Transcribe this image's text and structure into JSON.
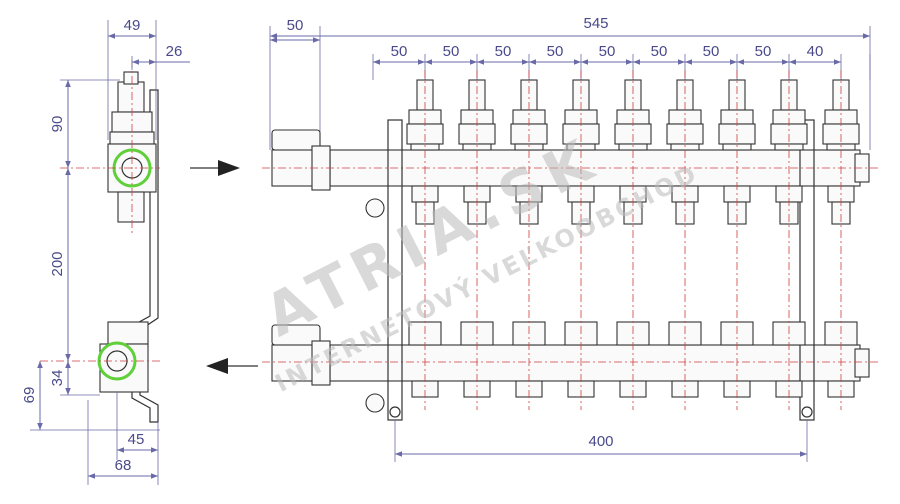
{
  "diagram": {
    "side_view": {
      "top_width": "49",
      "top_offset": "26",
      "v_upper": "90",
      "v_middle": "200",
      "v_lower_inner": "34",
      "v_lower_outer": "69",
      "bottom_inner": "45",
      "bottom_outer": "68"
    },
    "front_view": {
      "overall_width": "545",
      "left_offset": "50",
      "outlet_pitch": [
        "50",
        "50",
        "50",
        "50",
        "50",
        "50",
        "50",
        "50"
      ],
      "end_offset": "40",
      "bracket_spacing": "400",
      "outlet_count": 9
    },
    "flow": {
      "supply_arrow": "right",
      "return_arrow": "left"
    },
    "watermark": {
      "brand": "ATRIA.SK",
      "tagline": "INTERNETOVÝ VEĽKOOBCHOD"
    },
    "colors": {
      "dimension": "#6a6aa8",
      "centerline": "#d04040",
      "outline": "#333333",
      "highlight_ring": "#5fcf3a",
      "watermark": "#b9b9b9"
    }
  }
}
